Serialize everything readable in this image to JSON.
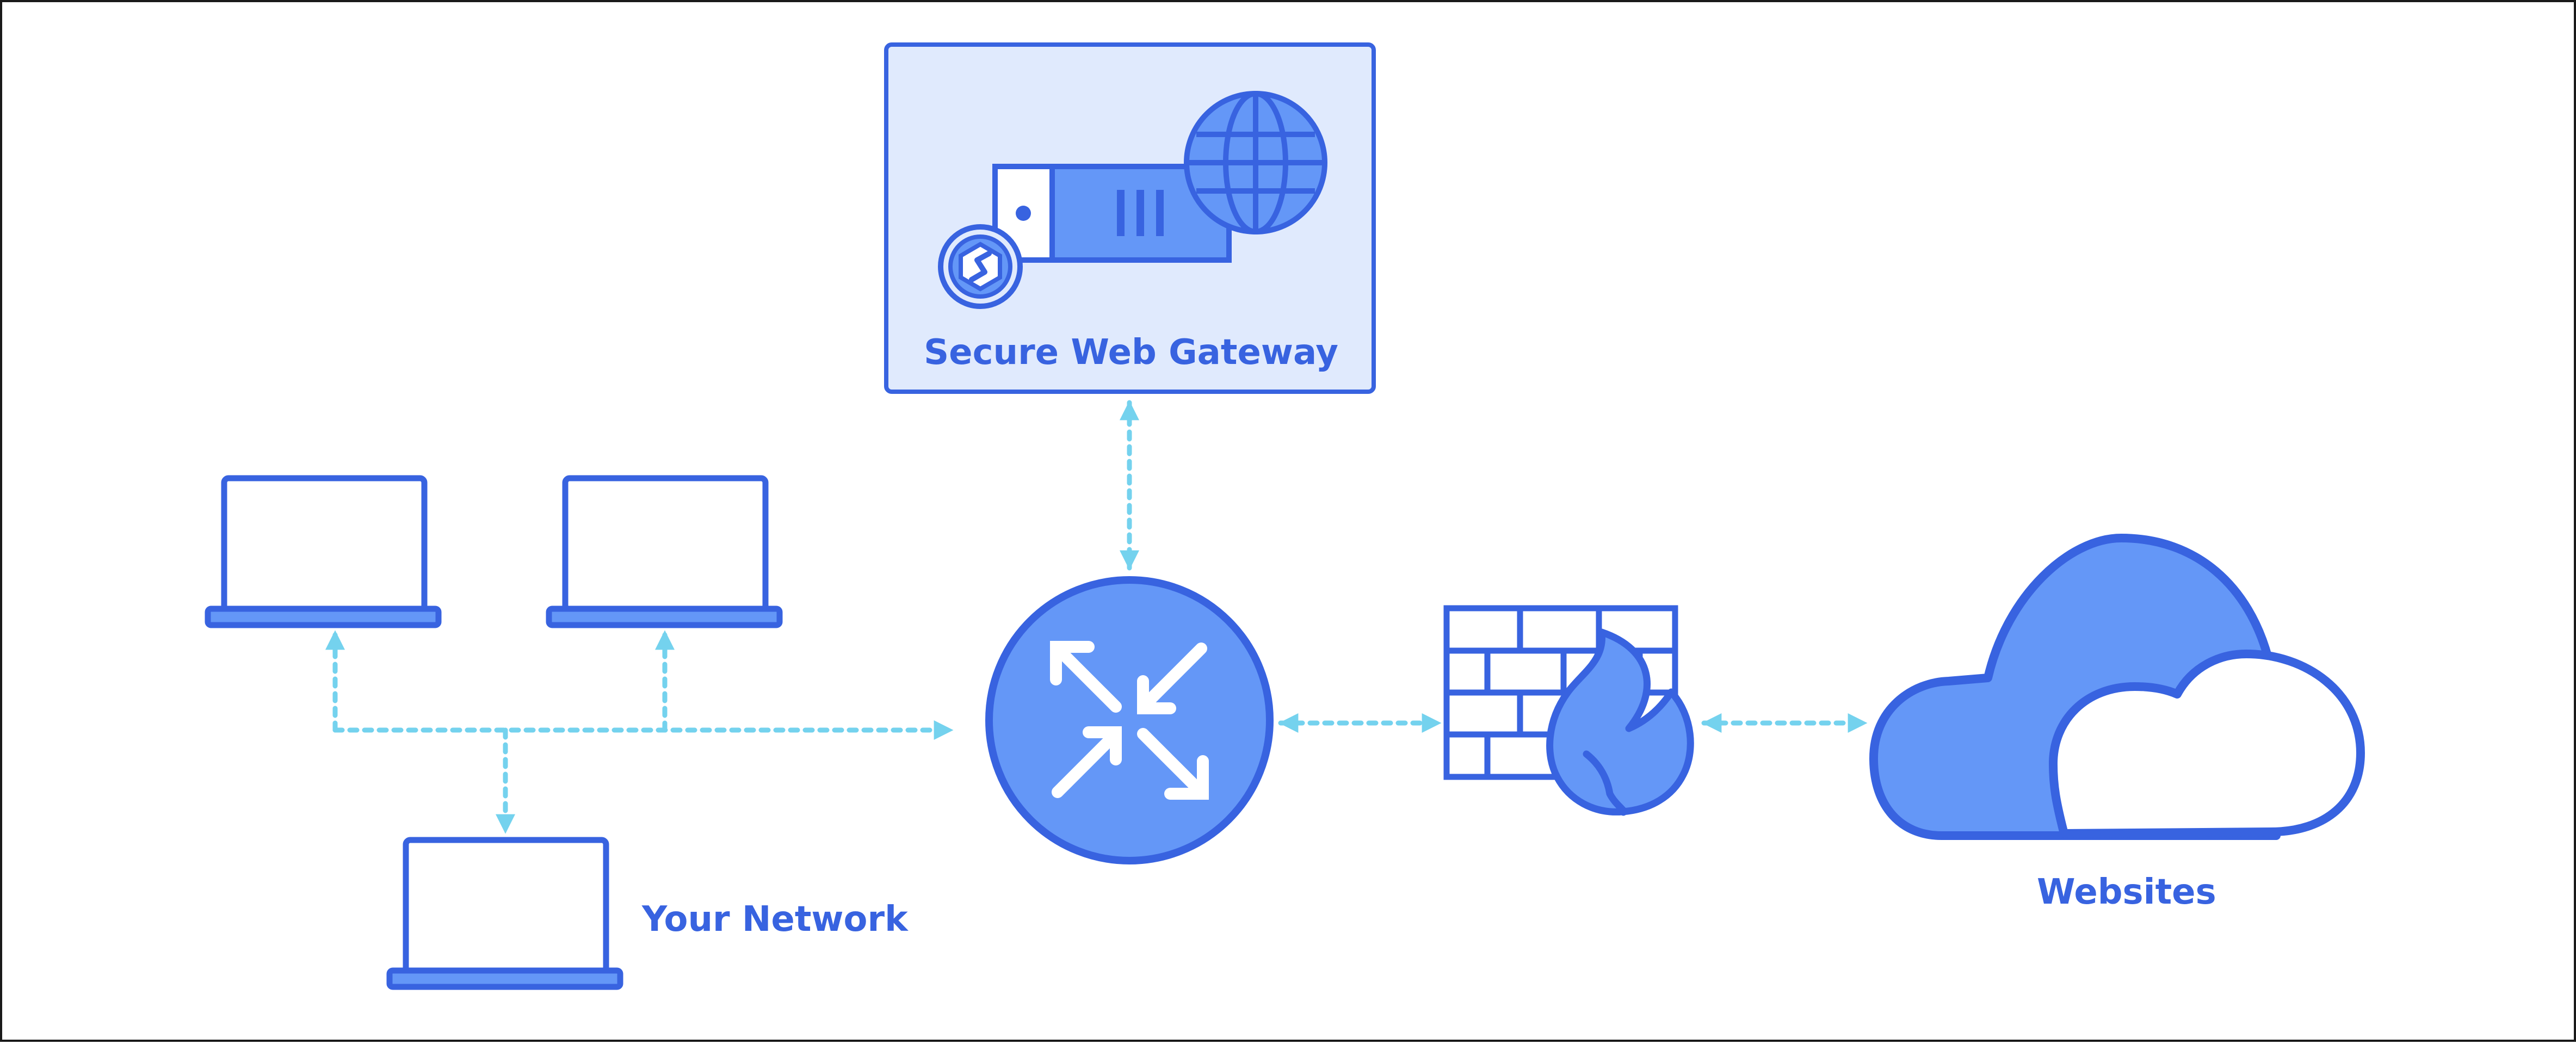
{
  "labels": {
    "gateway": "Secure Web Gateway",
    "network": "Your Network",
    "websites": "Websites"
  },
  "nodes": [
    {
      "id": "secure-web-gateway",
      "icon": "server-globe-icon",
      "label_key": "gateway"
    },
    {
      "id": "router",
      "icon": "router-icon"
    },
    {
      "id": "firewall",
      "icon": "firewall-icon"
    },
    {
      "id": "websites",
      "icon": "cloud-icon",
      "label_key": "websites"
    },
    {
      "id": "laptops",
      "icon": "laptop-icon",
      "count": 3,
      "label_key": "network"
    }
  ],
  "connections": [
    {
      "from": "laptops",
      "to": "router",
      "style": "dotted",
      "arrows": "router-end"
    },
    {
      "from": "router",
      "to": "secure-web-gateway",
      "style": "dotted",
      "arrows": "both"
    },
    {
      "from": "router",
      "to": "firewall",
      "style": "dotted",
      "arrows": "both"
    },
    {
      "from": "firewall",
      "to": "websites",
      "style": "dotted",
      "arrows": "both"
    }
  ],
  "colors": {
    "stroke": "#3863e0",
    "fill": "#6497f7",
    "panel": "#e0eafd",
    "connector": "#74d2ee",
    "frame": "#1a1a1a"
  }
}
